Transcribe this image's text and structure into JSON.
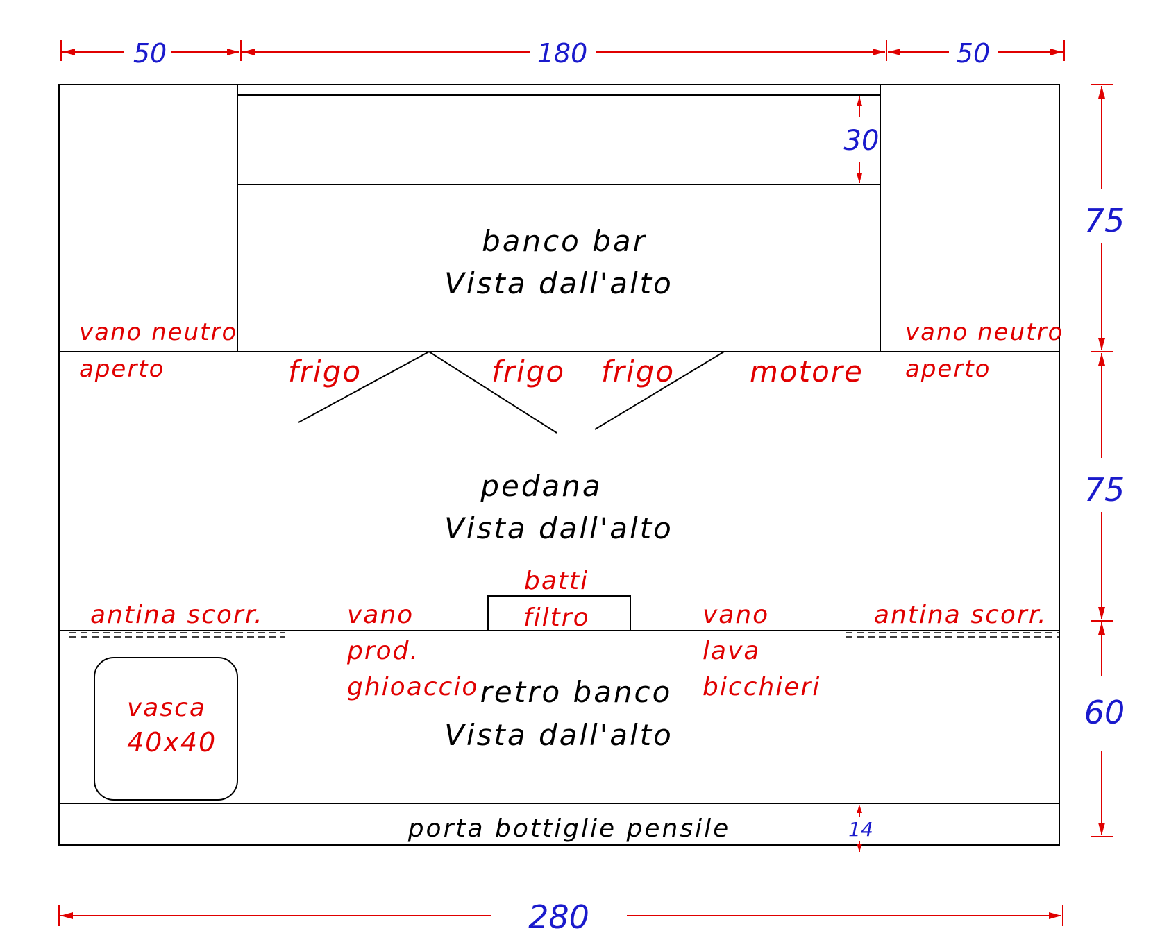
{
  "dimensions": {
    "top_left": "50",
    "top_center": "180",
    "top_right": "50",
    "right_1": "75",
    "right_2": "75",
    "right_3": "60",
    "depth_30": "30",
    "depth_14": "14",
    "bottom_total": "280"
  },
  "sections": {
    "bar_name": "banco bar",
    "bar_view": "Vista dall'alto",
    "pedana_name": "pedana",
    "pedana_view": "Vista dall'alto",
    "retro_name": "retro banco",
    "retro_view": "Vista dall'alto",
    "shelf": "porta bottiglie pensile"
  },
  "labels": {
    "left_vano": "vano neutro",
    "left_aperto": "aperto",
    "right_vano": "vano neutro",
    "right_aperto": "aperto",
    "frigo_1": "frigo",
    "frigo_2": "frigo",
    "frigo_3": "frigo",
    "motore": "motore",
    "batti": "batti",
    "filtro": "filtro",
    "antina_left": "antina scorr.",
    "antina_right": "antina scorr.",
    "vano_prod_1": "vano",
    "vano_prod_2": "prod.",
    "vano_prod_3": "ghioaccio",
    "vano_lava_1": "vano",
    "vano_lava_2": "lava",
    "vano_lava_3": "bicchieri",
    "vasca_1": "vasca",
    "vasca_2": "40x40"
  },
  "colors": {
    "outline": "#000000",
    "dimension": "#e00000",
    "dimension_text": "#1a1acc",
    "label": "#e00000"
  }
}
